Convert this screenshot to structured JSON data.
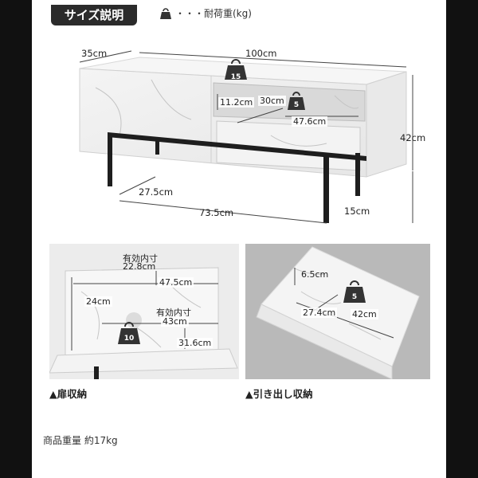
{
  "header": {
    "title": "サイズ説明",
    "legend": "・・・耐荷重(kg)"
  },
  "main_diagram": {
    "depth": "35cm",
    "width": "100cm",
    "height": "42cm",
    "leg_height": "15cm",
    "leg_depth": "27.5cm",
    "leg_width": "73.5cm",
    "shelf_height": "11.2cm",
    "shelf_depth": "30cm",
    "shelf_width": "47.6cm",
    "top_load": "15",
    "shelf_load": "5"
  },
  "door_panel": {
    "inner_label": "有効内寸",
    "inner_depth": "22.8cm",
    "inner_width": "47.5cm",
    "height": "24cm",
    "inner_label_2": "有効内寸",
    "inner_width_2": "43cm",
    "door_height": "31.6cm",
    "load": "10",
    "caption": "▲扉収納"
  },
  "drawer_panel": {
    "depth": "6.5cm",
    "inner_depth": "27.4cm",
    "inner_width": "42cm",
    "load": "5",
    "caption": "▲引き出し収納"
  },
  "footer": {
    "weight": "商品重量 約17kg"
  },
  "colors": {
    "tab_bg": "#2b2b2b",
    "arrow": "#444444",
    "badge": "#333333",
    "frame_bg": "#ffffff",
    "outer_bg": "#111111"
  }
}
